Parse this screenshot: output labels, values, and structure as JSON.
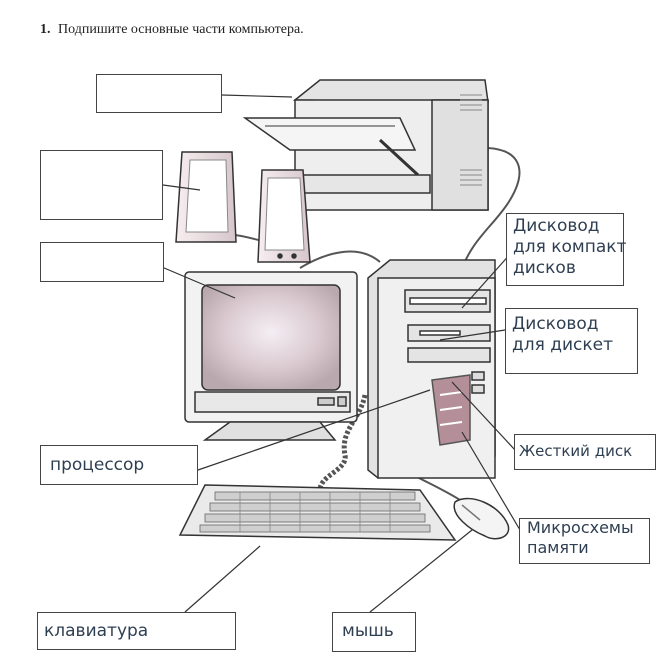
{
  "task": {
    "number": "1.",
    "text": "Подпишите основные части компьютера."
  },
  "labels": {
    "cd_drive_line1": "Дисковод",
    "cd_drive_line2": "для компакт",
    "cd_drive_line3": "дисков",
    "floppy_line1": "Дисковод",
    "floppy_line2": "для дискет",
    "hard_disk": "Жесткий диск",
    "cpu": "процессор",
    "memory_line1": "Микросхемы",
    "memory_line2": "памяти",
    "keyboard": "клавиатура",
    "mouse": "мышь"
  }
}
